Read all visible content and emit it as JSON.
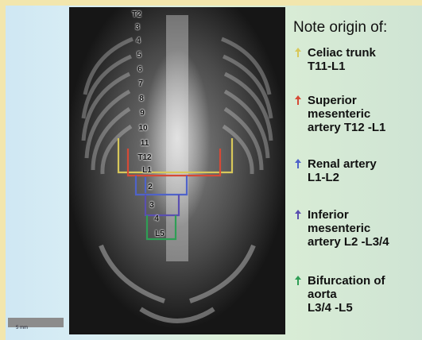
{
  "title": "Note origin of:",
  "vertebra_labels": [
    "T2",
    "3",
    "4",
    "5",
    "6",
    "7",
    "8",
    "9",
    "10",
    "11",
    "T12",
    "L1",
    "2",
    "3",
    "4",
    "L5"
  ],
  "items": [
    {
      "label": "Celiac trunk\nT11-L1",
      "color": "#d8c85a",
      "icon": "celiac-arrow-icon"
    },
    {
      "label": "Superior\nmesenteric\nartery  T12 -L1",
      "color": "#d64a36",
      "icon": "sma-arrow-icon"
    },
    {
      "label": "Renal artery\nL1-L2",
      "color": "#4f63c9",
      "icon": "renal-arrow-icon"
    },
    {
      "label": "Inferior\nmesenteric\nartery L2 -L3/4",
      "color": "#5a4fb0",
      "icon": "ima-arrow-icon"
    },
    {
      "label": "Bifurcation of\naorta\nL3/4 -L5",
      "color": "#2f9e55",
      "icon": "bifurcation-arrow-icon"
    }
  ],
  "scale_label": "5 mm"
}
